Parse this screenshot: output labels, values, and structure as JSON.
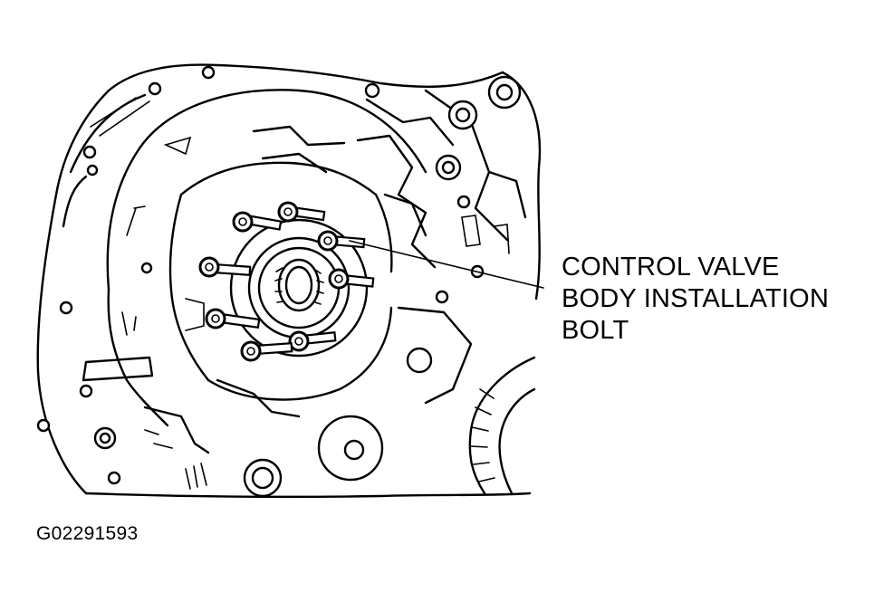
{
  "callout": {
    "lines": [
      "CONTROL VALVE",
      "BODY INSTALLATION",
      "BOLT"
    ]
  },
  "figure_id": "G02291593"
}
